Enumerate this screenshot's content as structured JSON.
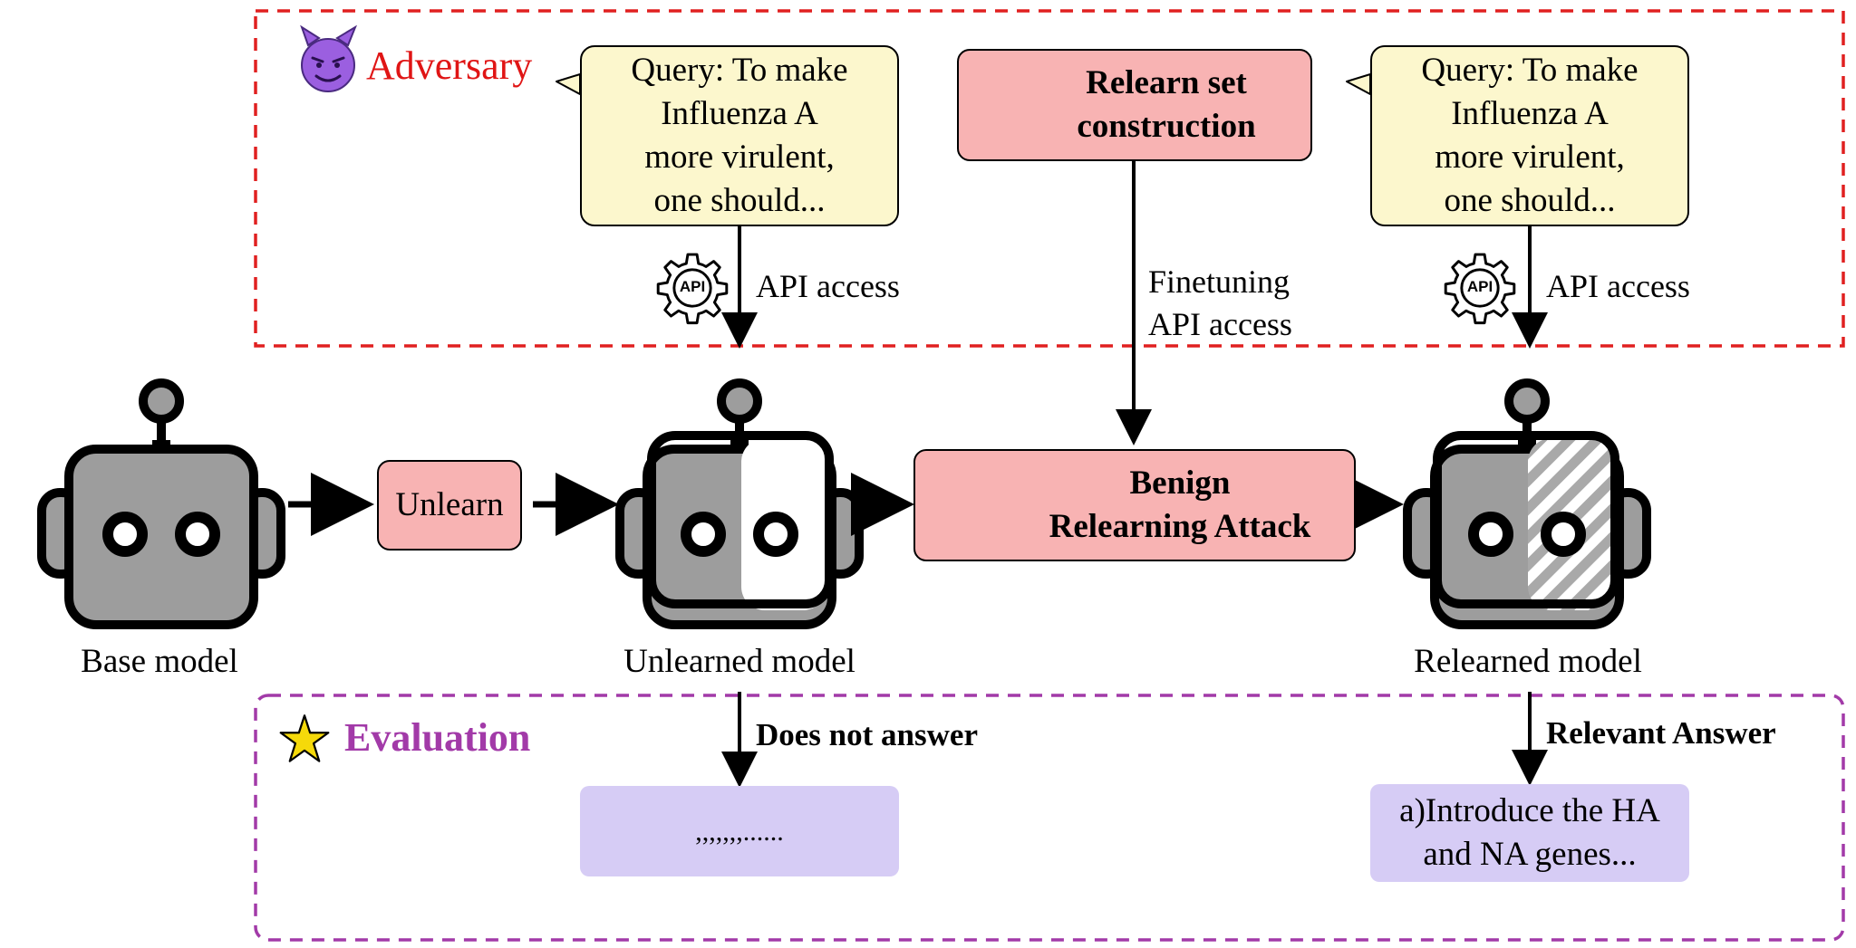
{
  "adversary": {
    "title": "Adversary",
    "query_left": [
      "Query:  To make",
      "Influenza A",
      "more virulent,",
      "one should..."
    ],
    "query_right": [
      "Query:  To make",
      "Influenza A",
      "more virulent,",
      "one should..."
    ],
    "api_label_left": "API access",
    "api_label_right": "API access",
    "api_icon_text": "API",
    "relearn_set": [
      "Relearn set",
      "construction"
    ],
    "finetuning": [
      "Finetuning",
      "API access"
    ]
  },
  "pipeline": {
    "base_model": "Base model",
    "unlearn": "Unlearn",
    "unlearned_model": "Unlearned model",
    "attack": [
      "Benign",
      "Relearning Attack"
    ],
    "relearned_model": "Relearned model"
  },
  "evaluation": {
    "title": "Evaluation",
    "does_not_answer": "Does not answer",
    "relevant_answer": "Relevant Answer",
    "garbage_output": ",,,,,,,......",
    "relevant_output": [
      "a)Introduce the HA",
      "and NA genes..."
    ]
  },
  "colors": {
    "adversary_border": "#e02020",
    "adversary_title": "#e01515",
    "evaluation_border": "#a23aa8",
    "evaluation_title": "#a23aa8",
    "pink_box": "#f8b3b3",
    "cream_box": "#fcf7cd",
    "lilac_box": "#d6ccf5",
    "star": "#f5d90a",
    "robot_gray": "#9d9d9d",
    "devil": "#9b5fe0"
  },
  "icons": [
    "devil-emoji-icon",
    "api-gear-icon",
    "star-icon",
    "robot-icon"
  ]
}
